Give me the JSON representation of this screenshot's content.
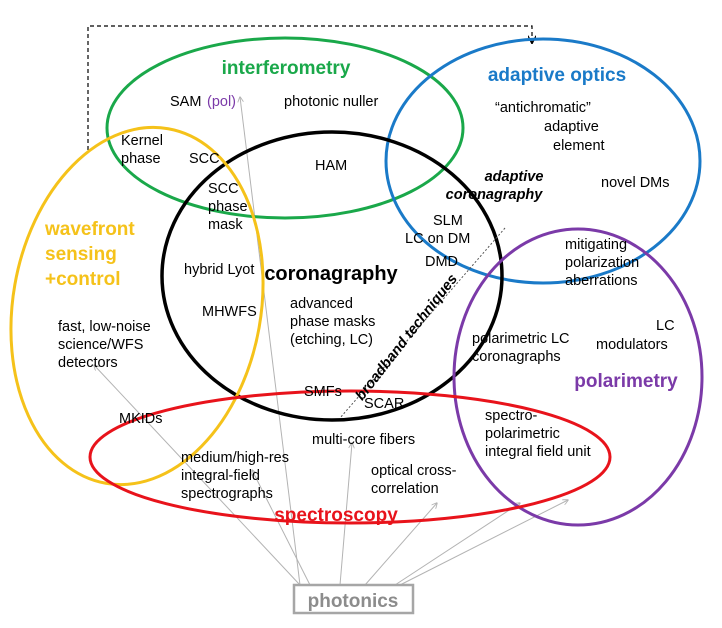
{
  "colors": {
    "interferometry": "#1aa84a",
    "adaptive_optics": "#1a7ac8",
    "coronagraphy": "#000000",
    "wavefront": "#f5c21a",
    "polarimetry": "#7b3aa8",
    "spectroscopy": "#e8131b",
    "photonics": "#8c8c8c",
    "pol_note": "#7b3aa8"
  },
  "categories": {
    "interferometry": "interferometry",
    "adaptive_optics": "adaptive optics",
    "coronagraphy": "coronagraphy",
    "wavefront_1": "wavefront",
    "wavefront_2": "sensing",
    "wavefront_3": "+control",
    "polarimetry": "polarimetry",
    "spectroscopy": "spectroscopy",
    "photonics": "photonics"
  },
  "labels": {
    "sam": "SAM",
    "sam_pol": "(pol)",
    "photonic_nuller": "photonic nuller",
    "kernel_1": "Kernel",
    "kernel_2": "phase",
    "scc": "SCC",
    "ham": "HAM",
    "scc_mask_1": "SCC",
    "scc_mask_2": "phase",
    "scc_mask_3": "mask",
    "hybrid_lyot": "hybrid Lyot",
    "mhwfs": "MHWFS",
    "advanced_1": "advanced",
    "advanced_2": "phase masks",
    "advanced_3": "(etching, LC)",
    "slm": "SLM",
    "lc_on_dm": "LC on DM",
    "dmd": "DMD",
    "adaptive_coro_1": "adaptive",
    "adaptive_coro_2": "coronagraphy",
    "antichromatic_1": "“antichromatic”",
    "antichromatic_2": "adaptive",
    "antichromatic_3": "element",
    "novel_dms": "novel DMs",
    "mitigating_1": "mitigating",
    "mitigating_2": "polarization",
    "mitigating_3": "aberrations",
    "fast_1": "fast, low-noise",
    "fast_2": "science/WFS",
    "fast_3": "detectors",
    "polarimetric_lc_1": "polarimetric LC",
    "polarimetric_lc_2": "coronagraphs",
    "lc_modulators_1": "LC",
    "lc_modulators_2": "modulators",
    "smfs": "SMFs",
    "scar": "SCAR",
    "broadband": "broadband techniques",
    "mkids": "MKIDs",
    "multi_core": "multi-core fibers",
    "medium_1": "medium/high-res",
    "medium_2": "integral-field",
    "medium_3": "spectrographs",
    "optical_1": "optical cross-",
    "optical_2": "correlation",
    "spectro_pol_1": "spectro-",
    "spectro_pol_2": "polarimetric",
    "spectro_pol_3": "integral field unit"
  }
}
